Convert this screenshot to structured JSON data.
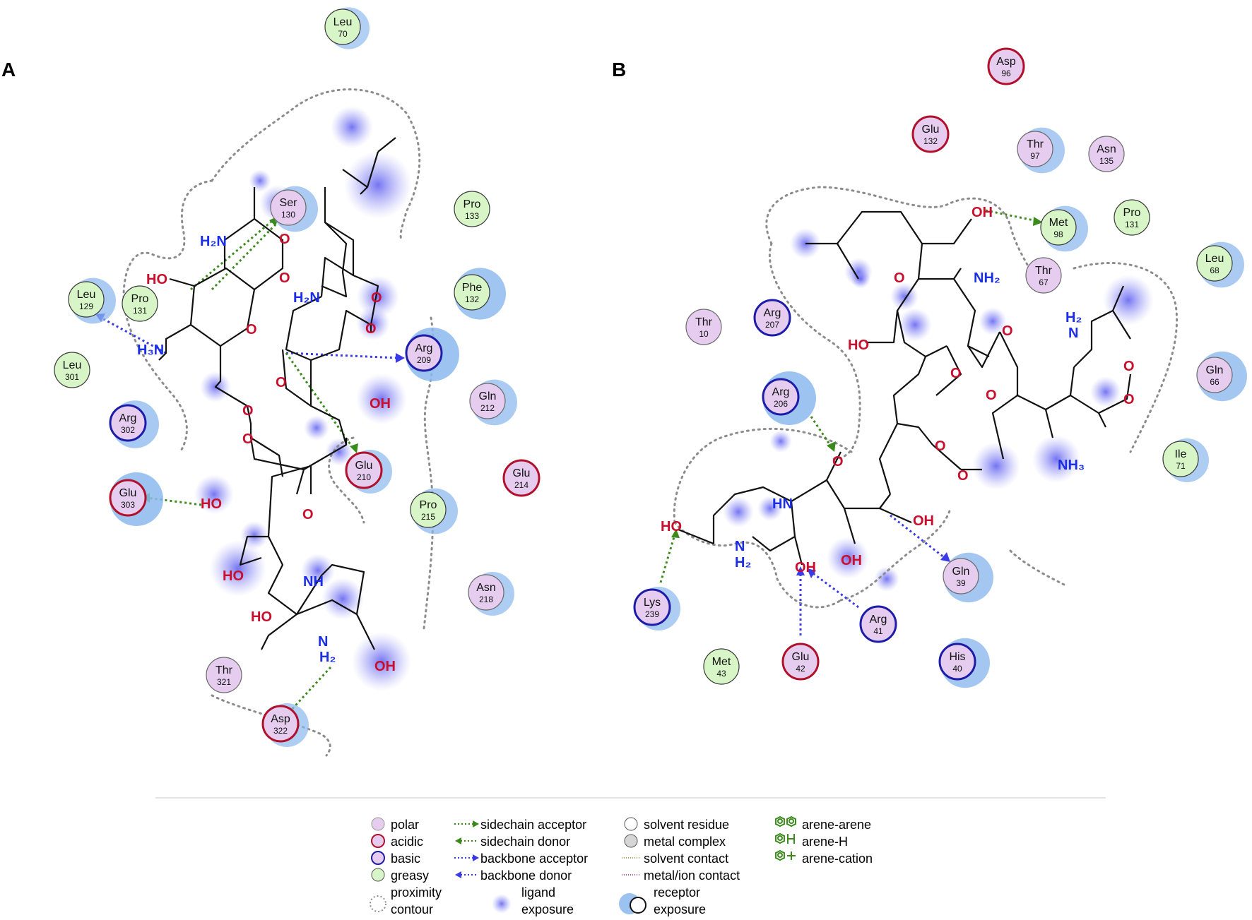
{
  "panels": {
    "a": {
      "label": "A",
      "residues": [
        {
          "id": "leu70",
          "name": "Leu",
          "num": "70",
          "type": "greasy",
          "exposure": 0.4
        },
        {
          "id": "ser130",
          "name": "Ser",
          "num": "130",
          "type": "polar",
          "exposure": 0.6
        },
        {
          "id": "pro133",
          "name": "Pro",
          "num": "133",
          "type": "greasy",
          "exposure": 0
        },
        {
          "id": "phe132",
          "name": "Phe",
          "num": "132",
          "type": "greasy",
          "exposure": 0.9
        },
        {
          "id": "leu129",
          "name": "Leu",
          "num": "129",
          "type": "greasy",
          "exposure": 0.6
        },
        {
          "id": "pro131",
          "name": "Pro",
          "num": "131",
          "type": "greasy",
          "exposure": 0
        },
        {
          "id": "arg209",
          "name": "Arg",
          "num": "209",
          "type": "basic",
          "exposure": 1.0
        },
        {
          "id": "leu301",
          "name": "Leu",
          "num": "301",
          "type": "greasy",
          "exposure": 0
        },
        {
          "id": "gln212",
          "name": "Gln",
          "num": "212",
          "type": "polar",
          "exposure": 0.6
        },
        {
          "id": "arg302",
          "name": "Arg",
          "num": "302",
          "type": "basic",
          "exposure": 0.7
        },
        {
          "id": "glu210",
          "name": "Glu",
          "num": "210",
          "type": "acidic",
          "exposure": 0.5
        },
        {
          "id": "glu214",
          "name": "Glu",
          "num": "214",
          "type": "acidic",
          "exposure": 0
        },
        {
          "id": "glu303",
          "name": "Glu",
          "num": "303",
          "type": "acidic",
          "exposure": 1.0
        },
        {
          "id": "pro215",
          "name": "Pro",
          "num": "215",
          "type": "greasy",
          "exposure": 0.6
        },
        {
          "id": "asn218",
          "name": "Asn",
          "num": "218",
          "type": "polar",
          "exposure": 0.5
        },
        {
          "id": "thr321",
          "name": "Thr",
          "num": "321",
          "type": "polar",
          "exposure": 0
        },
        {
          "id": "asp322",
          "name": "Asp",
          "num": "322",
          "type": "acidic",
          "exposure": 0.5
        }
      ],
      "atoms": {
        "ho_top": "HO",
        "h2n_top": "H₂N",
        "h3n": "H₃N",
        "h2n_mid": "H₂N",
        "o_a1": "O",
        "o_a2": "O",
        "o_a3": "O",
        "o_a4": "O",
        "o_a5": "O",
        "o_a6": "O",
        "o_a7": "O",
        "o_a8": "O",
        "o_a9": "O",
        "oh_right": "OH",
        "ho_left": "HO",
        "ho_bottom": "HO",
        "nh_ring": "NH",
        "ho_ring": "HO",
        "n_ring": "N",
        "h2_ring": "H₂",
        "oh_ring": "OH"
      }
    },
    "b": {
      "label": "B",
      "residues": [
        {
          "id": "asp96",
          "name": "Asp",
          "num": "96",
          "type": "acidic",
          "exposure": 0
        },
        {
          "id": "glu132",
          "name": "Glu",
          "num": "132",
          "type": "acidic",
          "exposure": 0
        },
        {
          "id": "thr97",
          "name": "Thr",
          "num": "97",
          "type": "polar",
          "exposure": 0.6
        },
        {
          "id": "asn135",
          "name": "Asn",
          "num": "135",
          "type": "polar",
          "exposure": 0
        },
        {
          "id": "met98",
          "name": "Met",
          "num": "98",
          "type": "greasy",
          "exposure": 0.6
        },
        {
          "id": "pro131",
          "name": "Pro",
          "num": "131",
          "type": "greasy",
          "exposure": 0
        },
        {
          "id": "leu68",
          "name": "Leu",
          "num": "68",
          "type": "greasy",
          "exposure": 0.6
        },
        {
          "id": "thr67",
          "name": "Thr",
          "num": "67",
          "type": "polar",
          "exposure": 0
        },
        {
          "id": "thr10",
          "name": "Thr",
          "num": "10",
          "type": "polar",
          "exposure": 0
        },
        {
          "id": "arg207",
          "name": "Arg",
          "num": "207",
          "type": "basic",
          "exposure": 0
        },
        {
          "id": "gln66",
          "name": "Gln",
          "num": "66",
          "type": "polar",
          "exposure": 0.8
        },
        {
          "id": "arg206",
          "name": "Arg",
          "num": "206",
          "type": "basic",
          "exposure": 1.0
        },
        {
          "id": "ile71",
          "name": "Ile",
          "num": "71",
          "type": "greasy",
          "exposure": 0.5
        },
        {
          "id": "gln39",
          "name": "Gln",
          "num": "39",
          "type": "polar",
          "exposure": 0.8
        },
        {
          "id": "lys239",
          "name": "Lys",
          "num": "239",
          "type": "basic",
          "exposure": 0.5
        },
        {
          "id": "arg41",
          "name": "Arg",
          "num": "41",
          "type": "basic",
          "exposure": 0
        },
        {
          "id": "his40",
          "name": "His",
          "num": "40",
          "type": "basic",
          "exposure": 0.8
        },
        {
          "id": "met43",
          "name": "Met",
          "num": "43",
          "type": "greasy",
          "exposure": 0
        },
        {
          "id": "glu42",
          "name": "Glu",
          "num": "42",
          "type": "acidic",
          "exposure": 0
        }
      ],
      "atoms": {
        "oh_top": "OH",
        "nh2_top": "NH₂",
        "o_b1": "O",
        "o_b2": "O",
        "o_b3": "O",
        "o_b4": "O",
        "o_b5": "O",
        "o_b6": "O",
        "o_b7": "O",
        "o_b8": "O",
        "o_b9": "O",
        "ho_left": "HO",
        "h2_right": "H₂",
        "n_right": "N",
        "nh3": "NH₃",
        "hn_ring": "HN",
        "oh_furan": "OH",
        "oh_furan2": "OH",
        "ho_pyr": "HO",
        "n_pyr": "N",
        "h2_pyr": "H₂",
        "oh_pyr": "OH"
      }
    }
  },
  "legend": {
    "polar": "polar",
    "acidic": "acidic",
    "basic": "basic",
    "greasy": "greasy",
    "proximity_1": "proximity",
    "proximity_2": "contour",
    "sidechain_acceptor": "sidechain acceptor",
    "sidechain_donor": "sidechain donor",
    "backbone_acceptor": "backbone acceptor",
    "backbone_donor": "backbone donor",
    "ligand_exposure_1": "ligand",
    "ligand_exposure_2": "exposure",
    "solvent_residue": "solvent residue",
    "metal_complex": "metal complex",
    "solvent_contact": "solvent contact",
    "metal_ion_contact": "metal/ion contact",
    "receptor_exposure_1": "receptor",
    "receptor_exposure_2": "exposure",
    "arene_arene": "arene-arene",
    "arene_h": "arene-H",
    "arene_cation": "arene-cation"
  },
  "colors": {
    "polar_fill": "#e6cdf0",
    "acidic_ring": "#b0102a",
    "basic_ring": "#1c1ca8",
    "greasy_fill": "#d7f5c6",
    "greasy_ring": "#3a3a3a",
    "sidechain": "#3a8a1c",
    "backbone": "#3a3ae8",
    "ligand_exposure": "#5a5af0",
    "receptor_exposure": "#8cb8ee",
    "oxygen": "#c8102e",
    "nitrogen": "#1a2ee8"
  }
}
